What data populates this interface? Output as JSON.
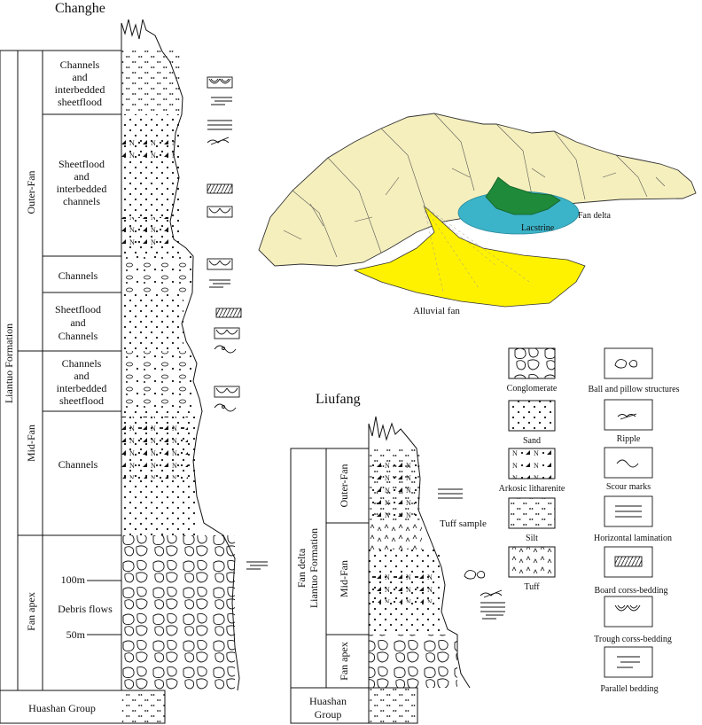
{
  "changhe": {
    "title": "Changhe",
    "formation": "Liantuo Formation",
    "group": "Huashan Group",
    "zones": {
      "outer": "Outer-Fan",
      "mid": "Mid-Fan",
      "apex": "Fan apex"
    },
    "units": [
      [
        "Channels",
        "and",
        "interbedded",
        "sheetflood"
      ],
      [
        "Sheetflood",
        "and",
        "interbedded",
        "channels"
      ],
      [
        "Channels"
      ],
      [
        "Sheetflood",
        "and",
        "Channels"
      ],
      [
        "Channels",
        "and",
        "interbedded",
        "sheetflood"
      ],
      [
        "Channels"
      ],
      [
        "Debris flows"
      ]
    ],
    "scale": [
      "100m",
      "50m"
    ]
  },
  "liufang": {
    "title": "Liufang",
    "formation_lines": [
      "Fan delta",
      "Liantuo Formation"
    ],
    "group_lines": [
      "Huashan",
      "Group"
    ],
    "zones": {
      "outer": "Outer-Fan",
      "mid": "Mid-Fan",
      "apex": "Fan apex"
    },
    "tuff_sample": "Tuff sample"
  },
  "block": {
    "fan_delta": "Fan delta",
    "lacstrine": "Lacstrine",
    "alluvial_fan": "Alluvial fan",
    "colors": {
      "hills": "#f5efbd",
      "alluvial": "#fff200",
      "lake": "#3bb3c8",
      "delta": "#1e8a3a"
    }
  },
  "legend": {
    "lithology": [
      "Conglomerate",
      "Sand",
      "Arkosic litharenite",
      "Silt",
      "Tuff"
    ],
    "structures": [
      "Ball and pillow structures",
      "Ripple",
      "Scour marks",
      "Horizontal lamination",
      "Board corss-bedding",
      "Trough corss-bedding",
      "Parallel bedding"
    ]
  }
}
